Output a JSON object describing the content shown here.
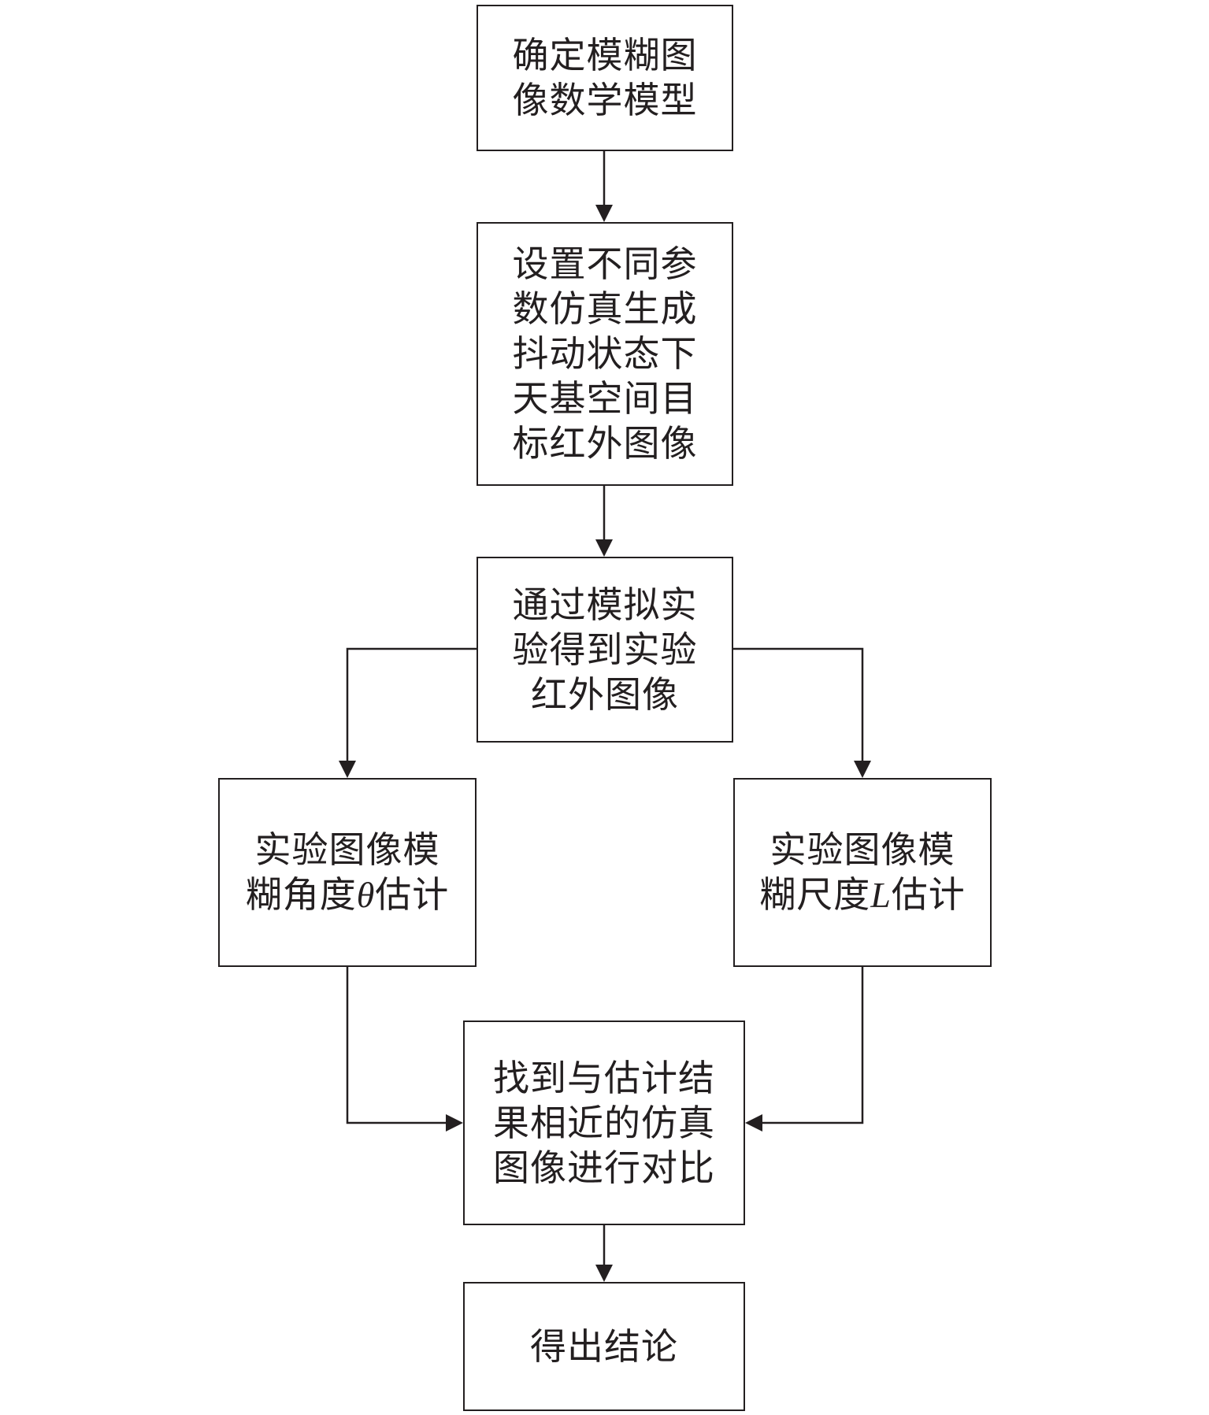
{
  "nodes": {
    "model": {
      "lines": [
        "确定模糊图",
        "像数学模型"
      ]
    },
    "simulate": {
      "lines": [
        "设置不同参",
        "数仿真生成",
        "抖动状态下",
        "天基空间目",
        "标红外图像"
      ]
    },
    "experiment": {
      "lines": [
        "通过模拟实",
        "验得到实验",
        "红外图像"
      ]
    },
    "angle": {
      "line1": "实验图像模",
      "line2_prefix": "糊角度",
      "symbol": "θ",
      "line2_suffix": "估计"
    },
    "scale": {
      "line1": "实验图像模",
      "line2_prefix": "糊尺度",
      "symbol": "L",
      "line2_suffix": "估计"
    },
    "compare": {
      "lines": [
        "找到与估计结",
        "果相近的仿真",
        "图像进行对比"
      ]
    },
    "conclusion": {
      "lines": [
        "得出结论"
      ]
    }
  },
  "colors": {
    "stroke": "#231f20",
    "background": "#ffffff"
  }
}
